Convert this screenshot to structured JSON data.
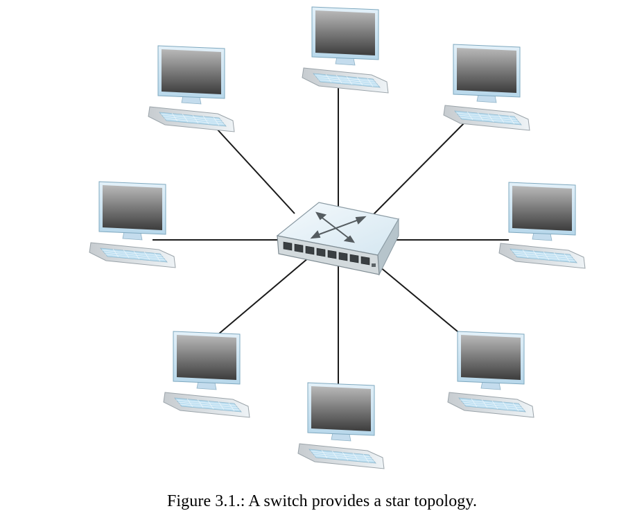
{
  "figure": {
    "caption": "Figure 3.1.: A switch provides a star topology.",
    "center_device": {
      "type": "network-switch",
      "icon": "switch-icon",
      "port_count": 8
    },
    "node_count": 8,
    "node_icon": "desktop-computer-icon",
    "link_color": "#1a1a1a",
    "colors": {
      "monitor_frame": "#cfe6f3",
      "monitor_screen_top": "#b9b9b9",
      "monitor_screen_bottom": "#3c3c3c",
      "keyboard_base": "#e6eef3",
      "keyboard_keys": "#bfe0f2",
      "switch_top": "#e7f2f8",
      "switch_front": "#cfd6da"
    }
  }
}
